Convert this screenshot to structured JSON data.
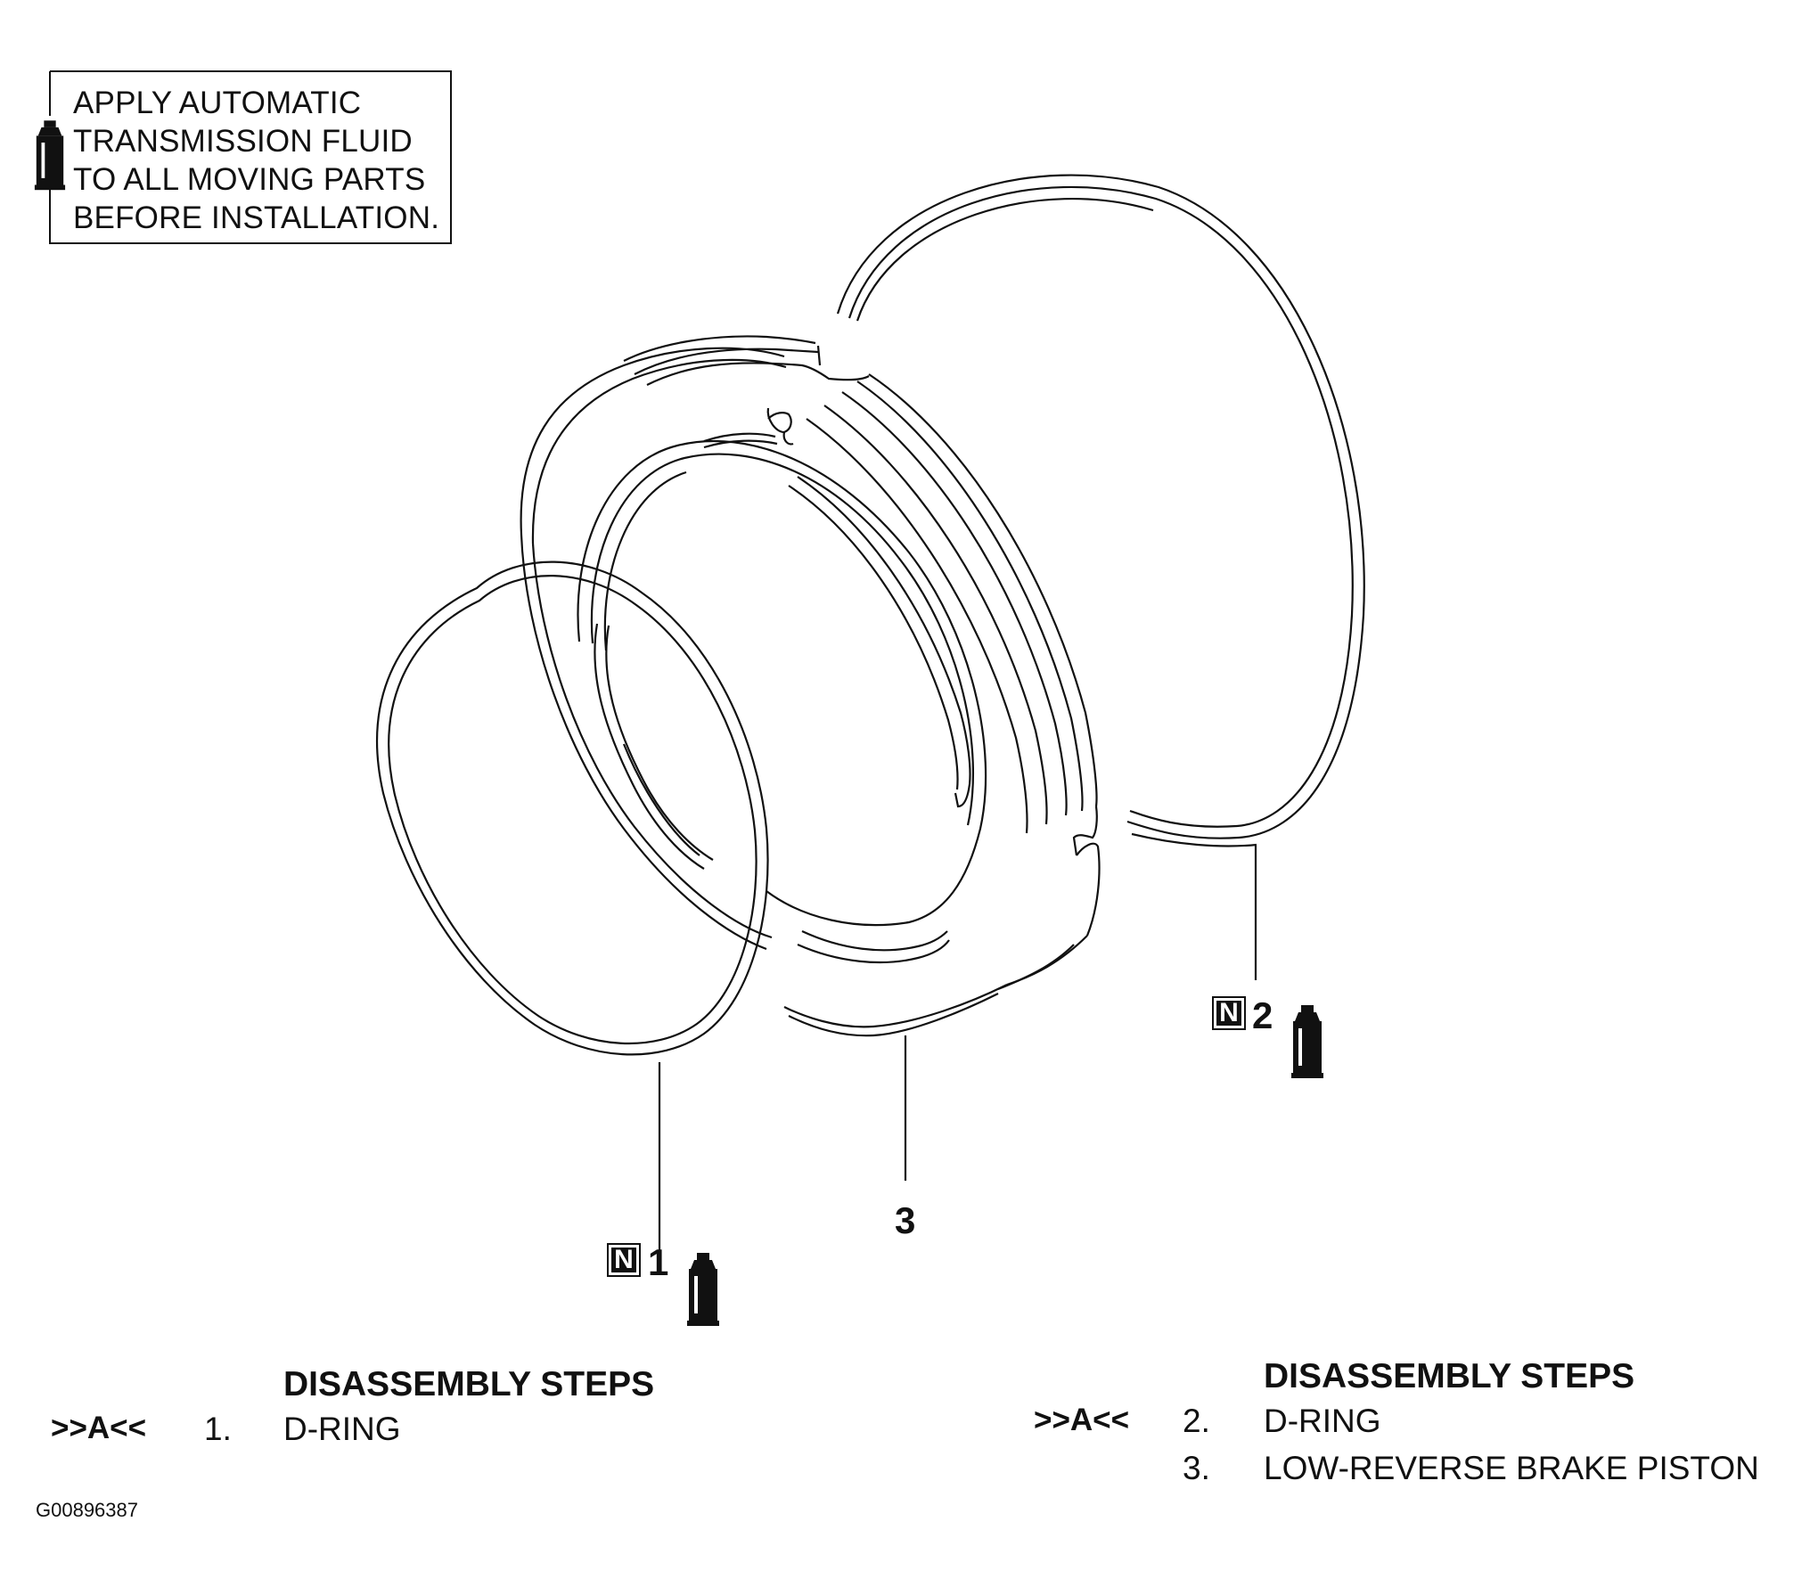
{
  "note_box": {
    "lines": [
      "APPLY AUTOMATIC",
      "TRANSMISSION FLUID",
      "TO ALL MOVING PARTS",
      "BEFORE INSTALLATION."
    ],
    "icon": "fluid-bottle-icon"
  },
  "callouts": {
    "c1": {
      "badge": "N",
      "number": "1",
      "icon": "fluid-bottle-icon"
    },
    "c2": {
      "badge": "N",
      "number": "2",
      "icon": "fluid-bottle-icon"
    },
    "c3": {
      "number": "3"
    }
  },
  "steps_left": {
    "header": "DISASSEMBLY STEPS",
    "ref": ">>A<<",
    "items": [
      {
        "num": "1.",
        "label": "D-RING"
      }
    ]
  },
  "steps_right": {
    "header": "DISASSEMBLY STEPS",
    "ref": ">>A<<",
    "items": [
      {
        "num": "2.",
        "label": "D-RING"
      },
      {
        "num": "3.",
        "label": "LOW-REVERSE BRAKE PISTON"
      }
    ]
  },
  "figure_id": "G00896387",
  "colors": {
    "ink": "#111111",
    "background": "#ffffff"
  }
}
